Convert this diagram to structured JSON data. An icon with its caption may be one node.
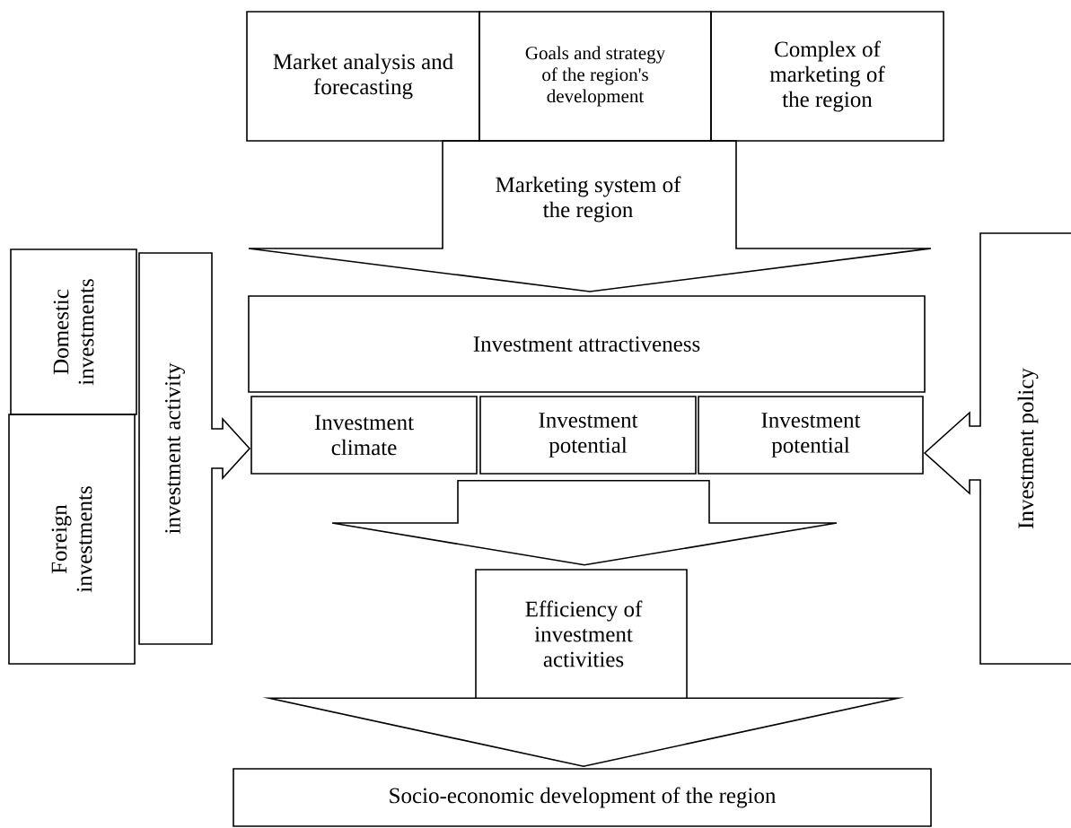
{
  "diagram": {
    "nodes": [
      {
        "text": [
          "Market analysis and forecasting"
        ]
      },
      {
        "text": [
          "Goals and strategy of the region's development"
        ]
      },
      {
        "text": [
          "Complex of marketing of the region"
        ]
      },
      {
        "text": [
          "Marketing system of the region"
        ]
      },
      {
        "text": [
          "Investment attractiveness"
        ]
      },
      {
        "text": [
          "Investment climate"
        ]
      },
      {
        "text": [
          "Investment potential"
        ]
      },
      {
        "text": [
          "Investment potential"
        ]
      },
      {
        "text": [
          "Efficiency of investment activities"
        ]
      },
      {
        "text": [
          "Socio-economic development of the region"
        ]
      },
      {
        "text": [
          "Domestic investments"
        ]
      },
      {
        "text": [
          "Foreign investments"
        ]
      },
      {
        "text": [
          "investment activity"
        ]
      },
      {
        "text": [
          "Investment policy"
        ]
      }
    ],
    "edges": [
      {
        "from": 6,
        "to": 8,
        "arrow": "to"
      },
      {
        "from": 8,
        "to": 9,
        "arrow": "to"
      }
    ]
  }
}
